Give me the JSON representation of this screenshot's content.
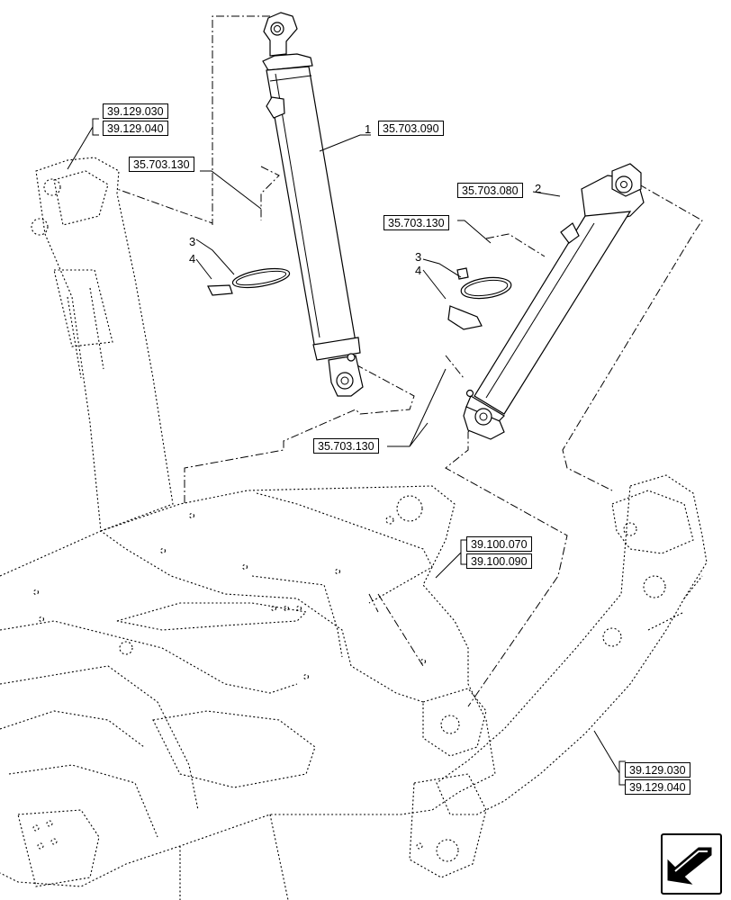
{
  "references": {
    "r_39_129_030_top": "39.129.030",
    "r_39_129_040_top": "39.129.040",
    "r_35_703_090": "35.703.090",
    "r_35_703_130_a": "35.703.130",
    "r_35_703_080": "35.703.080",
    "r_35_703_130_b": "35.703.130",
    "r_35_703_130_c": "35.703.130",
    "r_39_100_070": "39.100.070",
    "r_39_100_090": "39.100.090",
    "r_39_129_030_bottom": "39.129.030",
    "r_39_129_040_bottom": "39.129.040"
  },
  "callouts": {
    "item_1": "1",
    "item_2": "2",
    "item_3_left": "3",
    "item_4_left": "4",
    "item_3_right": "3",
    "item_4_right": "4"
  },
  "icons": {
    "nav": "arrow-left-down-icon"
  }
}
